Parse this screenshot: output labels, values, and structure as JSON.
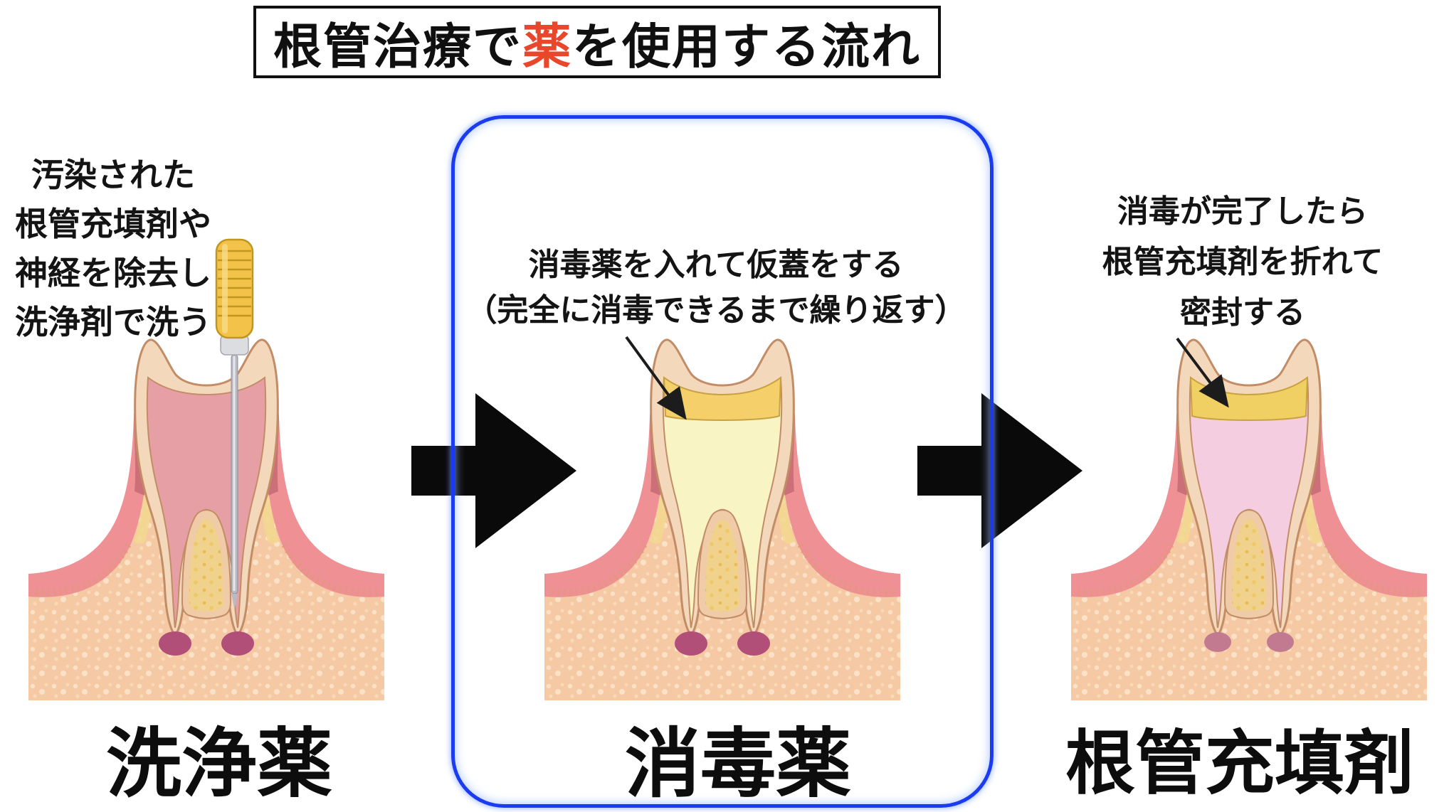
{
  "title": {
    "pre": "根管治療で",
    "em": "薬",
    "post": "を使用する流れ"
  },
  "annotations": {
    "step1": {
      "line1": "汚染された",
      "line2": "根管充填剤や",
      "line3": "神経を除去し",
      "line4": "洗浄剤で洗う"
    },
    "step2": {
      "line1": "消毒薬を入れて仮蓋をする",
      "line2": "（完全に消毒できるまで繰り返す）"
    },
    "step3": {
      "line1": "消毒が完了したら",
      "line2": "根管充填剤を折れて",
      "line3": "密封する"
    }
  },
  "labels": {
    "step1": "洗浄薬",
    "step2": "消毒薬",
    "step3": "根管充填剤"
  },
  "colors": {
    "title_highlight": "#e8472b",
    "highlight_box_border": "#1b3bf0",
    "flow_arrow": "#0a0a0a",
    "bone": "#f5c9a3",
    "gum": "#ef9095",
    "gum_inner": "#c76b74",
    "tooth_wall": "#f4d8bb",
    "tooth_outline": "#c28d66",
    "chamber_step1": "#e79fa6",
    "chamber_step2": "#f8f4c4",
    "chamber_step3": "#f4cde0",
    "cap_step2": "#f4cf6a",
    "cap_step3": "#f0d062",
    "apex_lesion": "#b14f79",
    "apex_lesion_healed": "#c27a90",
    "file_handle": "#f2c348"
  }
}
